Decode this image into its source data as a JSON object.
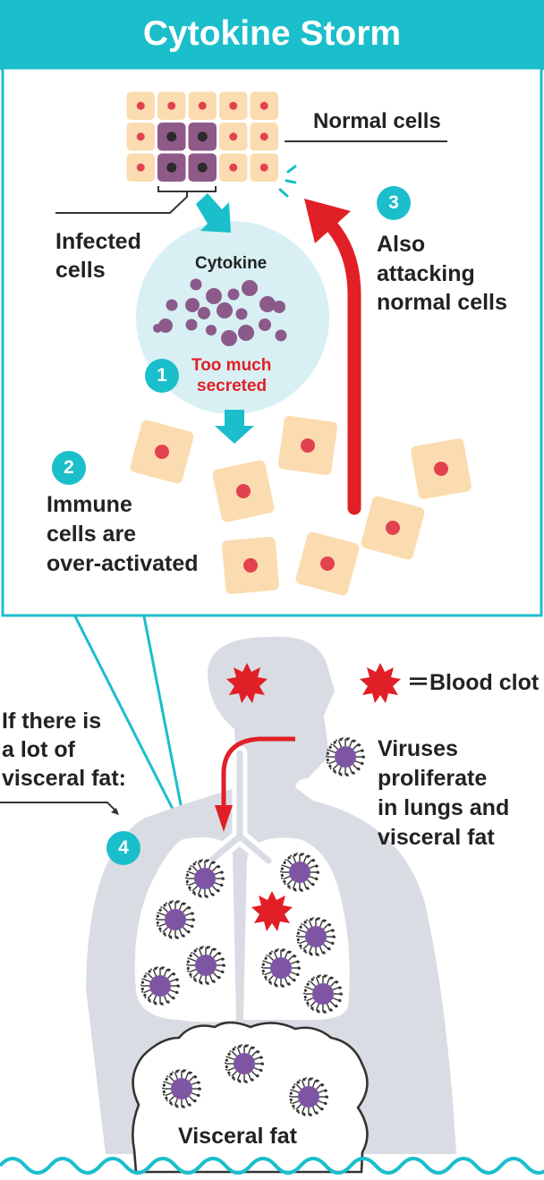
{
  "title": "Cytokine Storm",
  "labels": {
    "normal_cells": "Normal cells",
    "infected_line1": "Infected",
    "infected_line2": "cells",
    "cytokine": "Cytokine",
    "too_much_line1": "Too much",
    "too_much_line2": "secreted",
    "immune_line1": "Immune",
    "immune_line2": "cells are",
    "immune_line3": "over-activated",
    "also_line1": "Also",
    "also_line2": "attacking",
    "also_line3": "normal cells",
    "visceral_q_line1": "If there is",
    "visceral_q_line2": "a lot of",
    "visceral_q_line3": "visceral fat:",
    "blood_clot_legend": "＝Blood clot",
    "virus_line1": "Viruses",
    "virus_line2": "proliferate",
    "virus_line3": "in lungs and",
    "virus_line4": "visceral fat",
    "visceral_fat": "Visceral fat"
  },
  "steps": [
    "1",
    "2",
    "3",
    "4"
  ],
  "colors": {
    "teal": "#1bbecb",
    "light_teal": "#d8f0f3",
    "cell_fill": "#fbdcb0",
    "nucleus": "#e2424f",
    "infected_cell": "#8f5a87",
    "cytokine_dot": "#8c5a8a",
    "red_arrow": "#e11f26",
    "body_gray": "#d9dde3",
    "virus": "#7d55a3"
  },
  "icons": [
    "normal-cell-icon",
    "infected-cell-icon",
    "cytokine-dot-icon",
    "immune-cell-icon",
    "virus-icon",
    "blood-clot-icon"
  ]
}
